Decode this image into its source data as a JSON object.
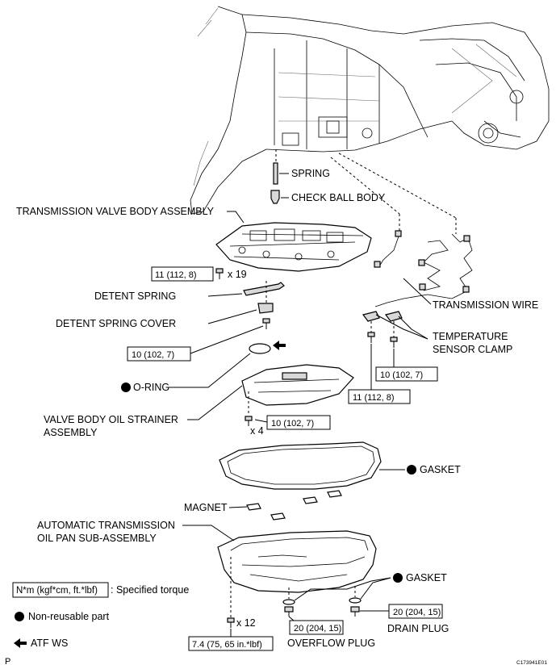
{
  "labels": {
    "spring": "SPRING",
    "check_ball_body": "CHECK BALL BODY",
    "transmission_valve_body_assembly": "TRANSMISSION VALVE BODY ASSEMBLY",
    "detent_spring": "DETENT SPRING",
    "detent_spring_cover": "DETENT SPRING COVER",
    "o_ring": "O-RING",
    "valve_body_oil_strainer_line1": "VALVE BODY OIL STRAINER",
    "valve_body_oil_strainer_line2": "ASSEMBLY",
    "transmission_wire": "TRANSMISSION WIRE",
    "temperature_sensor_clamp_line1": "TEMPERATURE",
    "temperature_sensor_clamp_line2": "SENSOR CLAMP",
    "gasket_pan": "GASKET",
    "magnet": "MAGNET",
    "oil_pan_line1": "AUTOMATIC TRANSMISSION",
    "oil_pan_line2": "OIL PAN SUB-ASSEMBLY",
    "gasket_plug": "GASKET",
    "drain_plug": "DRAIN PLUG",
    "overflow_plug": "OVERFLOW PLUG"
  },
  "torques": {
    "valve_body_bolt": "11 (112, 8)",
    "detent_cover_bolt": "10 (102, 7)",
    "strainer_bolt": "10 (102, 7)",
    "clamp_bolt_right": "10 (102, 7)",
    "clamp_bolt_left": "11 (112, 8)",
    "oil_pan_bolt": "7.4 (75, 65 in.*lbf)",
    "overflow_plug": "20 (204, 15)",
    "drain_plug": "20 (204, 15)"
  },
  "quantities": {
    "valve_body_bolts": "x 19",
    "strainer_bolts": "x 4",
    "oil_pan_bolts": "x 12"
  },
  "legend": {
    "torque_box": "N*m (kgf*cm, ft.*lbf)",
    "torque_desc": ": Specified torque",
    "non_reusable": "Non-reusable part",
    "atf": "ATF WS"
  },
  "footer": {
    "left_mark": "P",
    "code": "C173941E01"
  },
  "icons": {
    "non_reusable_marker": "filled-circle-icon",
    "atf_marker": "left-arrow-icon"
  }
}
